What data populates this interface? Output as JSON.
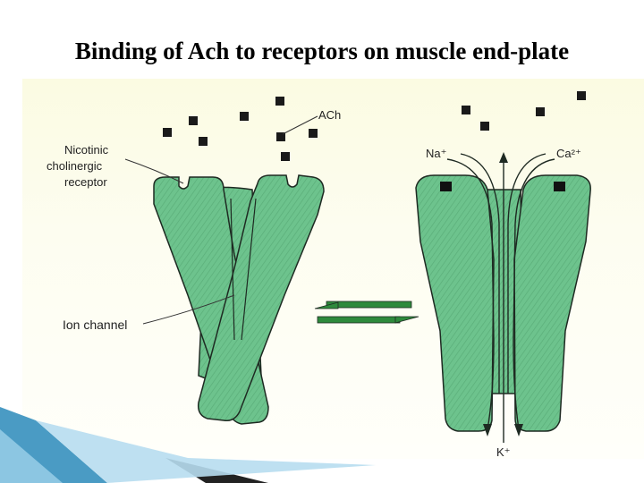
{
  "slide": {
    "title": "Binding of Ach to receptors on muscle end-plate"
  },
  "diagram": {
    "labels": {
      "ach": "ACh",
      "nicotinic_line1": "Nicotinic",
      "nicotinic_line2": "cholinergic",
      "nicotinic_line3": "receptor",
      "ion_channel": "Ion channel",
      "na": "Na⁺",
      "ca": "Ca²⁺",
      "k": "K⁺"
    },
    "colors": {
      "receptor_fill": "#6cc28c",
      "outline": "#1e2a22",
      "arrow_green": "#2e8a3c",
      "ach_molecule": "#1a1a1a"
    }
  }
}
